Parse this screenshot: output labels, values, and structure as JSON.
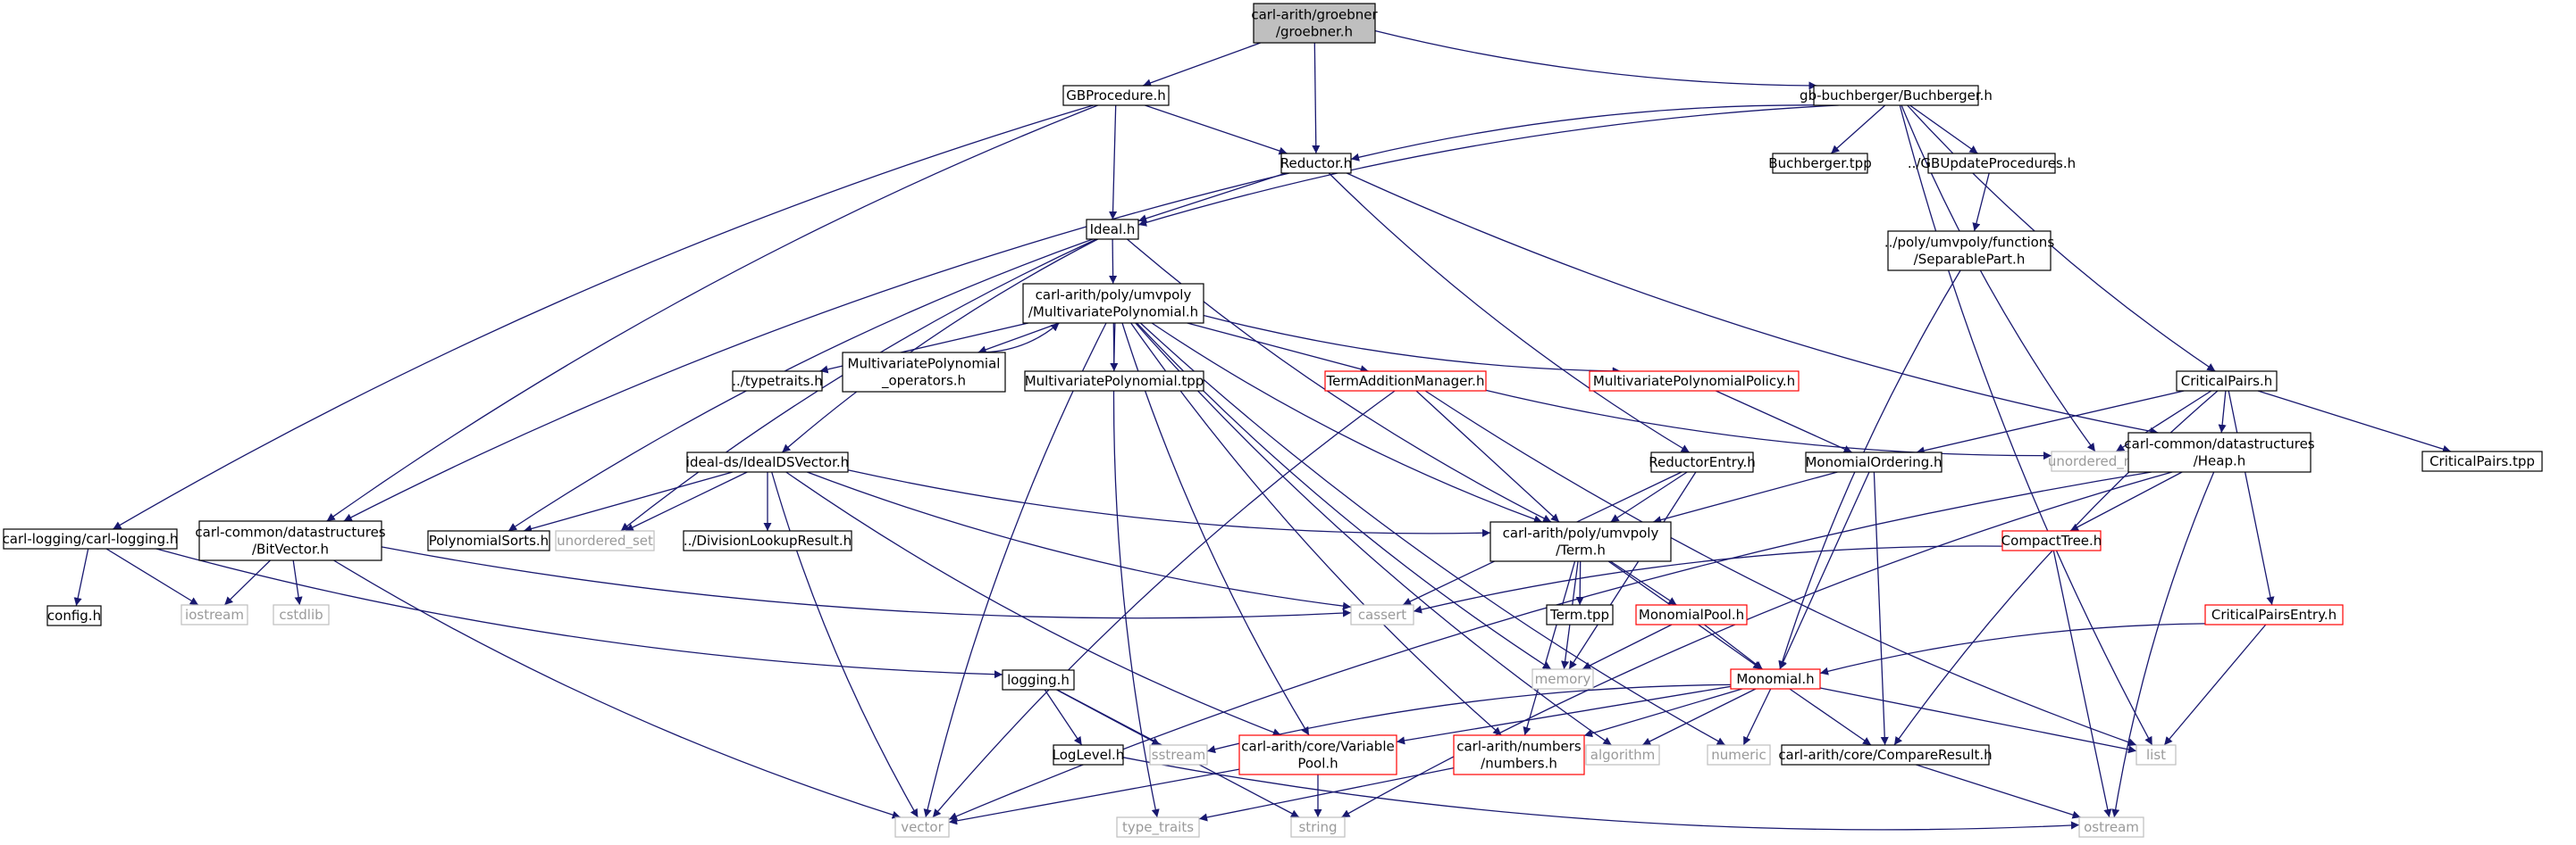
{
  "colors": {
    "edge": "#191970",
    "root_fill": "#bfbfbf",
    "root_border": "#000000",
    "normal_border": "#000000",
    "incomplete_border": "#ff0000",
    "external_border": "#bfbfbf",
    "node_fill": "#ffffff"
  },
  "nodes": [
    {
      "id": "root",
      "lines": [
        "carl-arith/groebner",
        "/groebner.h"
      ],
      "kind": "root"
    },
    {
      "id": "gbproc",
      "lines": [
        "GBProcedure.h"
      ],
      "kind": "normal"
    },
    {
      "id": "buch",
      "lines": [
        "gb-buchberger/Buchberger.h"
      ],
      "kind": "normal"
    },
    {
      "id": "reductor",
      "lines": [
        "Reductor.h"
      ],
      "kind": "normal"
    },
    {
      "id": "buchtpp",
      "lines": [
        "Buchberger.tpp"
      ],
      "kind": "normal"
    },
    {
      "id": "gbupd",
      "lines": [
        "../GBUpdateProcedures.h"
      ],
      "kind": "normal"
    },
    {
      "id": "ideal",
      "lines": [
        "Ideal.h"
      ],
      "kind": "normal"
    },
    {
      "id": "multipoly",
      "lines": [
        "carl-arith/poly/umvpoly",
        "/MultivariatePolynomial.h"
      ],
      "kind": "normal"
    },
    {
      "id": "seppart",
      "lines": [
        "../poly/umvpoly/functions",
        "/SeparablePart.h"
      ],
      "kind": "normal"
    },
    {
      "id": "typetraitsh",
      "lines": [
        "../typetraits.h"
      ],
      "kind": "normal"
    },
    {
      "id": "mpops",
      "lines": [
        "MultivariatePolynomial",
        "_operators.h"
      ],
      "kind": "normal"
    },
    {
      "id": "mptpp",
      "lines": [
        "MultivariatePolynomial.tpp"
      ],
      "kind": "normal"
    },
    {
      "id": "termadd",
      "lines": [
        "TermAdditionManager.h"
      ],
      "kind": "incomplete"
    },
    {
      "id": "mppolicy",
      "lines": [
        "MultivariatePolynomialPolicy.h"
      ],
      "kind": "incomplete"
    },
    {
      "id": "critpairs",
      "lines": [
        "CriticalPairs.h"
      ],
      "kind": "normal"
    },
    {
      "id": "unordmap",
      "lines": [
        "unordered_map"
      ],
      "kind": "external"
    },
    {
      "id": "critpairstpp",
      "lines": [
        "CriticalPairs.tpp"
      ],
      "kind": "normal"
    },
    {
      "id": "idealds",
      "lines": [
        "ideal-ds/IdealDSVector.h"
      ],
      "kind": "normal"
    },
    {
      "id": "reductorentry",
      "lines": [
        "ReductorEntry.h"
      ],
      "kind": "normal"
    },
    {
      "id": "monorder",
      "lines": [
        "MonomialOrdering.h"
      ],
      "kind": "normal"
    },
    {
      "id": "heap",
      "lines": [
        "carl-common/datastructures",
        "/Heap.h"
      ],
      "kind": "normal"
    },
    {
      "id": "logging",
      "lines": [
        "carl-logging/carl-logging.h"
      ],
      "kind": "normal"
    },
    {
      "id": "bitvector",
      "lines": [
        "carl-common/datastructures",
        "/BitVector.h"
      ],
      "kind": "normal"
    },
    {
      "id": "polysorts",
      "lines": [
        "PolynomialSorts.h"
      ],
      "kind": "normal"
    },
    {
      "id": "unordset",
      "lines": [
        "unordered_set"
      ],
      "kind": "external"
    },
    {
      "id": "divlookup",
      "lines": [
        "../DivisionLookupResult.h"
      ],
      "kind": "normal"
    },
    {
      "id": "term",
      "lines": [
        "carl-arith/poly/umvpoly",
        "/Term.h"
      ],
      "kind": "normal"
    },
    {
      "id": "compacttree",
      "lines": [
        "CompactTree.h"
      ],
      "kind": "incomplete"
    },
    {
      "id": "config",
      "lines": [
        "config.h"
      ],
      "kind": "normal"
    },
    {
      "id": "iostream",
      "lines": [
        "iostream"
      ],
      "kind": "external"
    },
    {
      "id": "cstdlib",
      "lines": [
        "cstdlib"
      ],
      "kind": "external"
    },
    {
      "id": "cassert",
      "lines": [
        "cassert"
      ],
      "kind": "external"
    },
    {
      "id": "termtpp",
      "lines": [
        "Term.tpp"
      ],
      "kind": "normal"
    },
    {
      "id": "monopool",
      "lines": [
        "MonomialPool.h"
      ],
      "kind": "incomplete"
    },
    {
      "id": "critentry",
      "lines": [
        "CriticalPairsEntry.h"
      ],
      "kind": "incomplete"
    },
    {
      "id": "logginghh",
      "lines": [
        "logging.h"
      ],
      "kind": "normal"
    },
    {
      "id": "memory",
      "lines": [
        "memory"
      ],
      "kind": "external"
    },
    {
      "id": "monomial",
      "lines": [
        "Monomial.h"
      ],
      "kind": "incomplete"
    },
    {
      "id": "loglevel",
      "lines": [
        "LogLevel.h"
      ],
      "kind": "normal"
    },
    {
      "id": "sstream",
      "lines": [
        "sstream"
      ],
      "kind": "external"
    },
    {
      "id": "varpool",
      "lines": [
        "carl-arith/core/Variable",
        "Pool.h"
      ],
      "kind": "incomplete"
    },
    {
      "id": "numbers",
      "lines": [
        "carl-arith/numbers",
        "/numbers.h"
      ],
      "kind": "incomplete"
    },
    {
      "id": "algorithm",
      "lines": [
        "algorithm"
      ],
      "kind": "external"
    },
    {
      "id": "numeric",
      "lines": [
        "numeric"
      ],
      "kind": "external"
    },
    {
      "id": "compare",
      "lines": [
        "carl-arith/core/CompareResult.h"
      ],
      "kind": "normal"
    },
    {
      "id": "list",
      "lines": [
        "list"
      ],
      "kind": "external"
    },
    {
      "id": "vector",
      "lines": [
        "vector"
      ],
      "kind": "external"
    },
    {
      "id": "typetraits",
      "lines": [
        "type_traits"
      ],
      "kind": "external"
    },
    {
      "id": "string",
      "lines": [
        "string"
      ],
      "kind": "external"
    },
    {
      "id": "ostream",
      "lines": [
        "ostream"
      ],
      "kind": "external"
    }
  ],
  "edges": [
    [
      "root",
      "gbproc"
    ],
    [
      "root",
      "reductor"
    ],
    [
      "root",
      "buch"
    ],
    [
      "gbproc",
      "reductor"
    ],
    [
      "gbproc",
      "ideal"
    ],
    [
      "gbproc",
      "bitvector"
    ],
    [
      "gbproc",
      "logging"
    ],
    [
      "buch",
      "reductor"
    ],
    [
      "buch",
      "ideal"
    ],
    [
      "buch",
      "buchtpp"
    ],
    [
      "buch",
      "gbupd"
    ],
    [
      "buch",
      "critpairs"
    ],
    [
      "buch",
      "unordmap"
    ],
    [
      "buch",
      "list"
    ],
    [
      "gbupd",
      "seppart"
    ],
    [
      "seppart",
      "monomial"
    ],
    [
      "reductor",
      "ideal"
    ],
    [
      "reductor",
      "bitvector"
    ],
    [
      "reductor",
      "reductorentry"
    ],
    [
      "reductor",
      "heap"
    ],
    [
      "ideal",
      "multipoly"
    ],
    [
      "ideal",
      "idealds"
    ],
    [
      "ideal",
      "polysorts"
    ],
    [
      "ideal",
      "unordset"
    ],
    [
      "ideal",
      "term"
    ],
    [
      "multipoly",
      "typetraitsh"
    ],
    [
      "multipoly",
      "mpops"
    ],
    [
      "multipoly",
      "mptpp"
    ],
    [
      "multipoly",
      "termadd"
    ],
    [
      "multipoly",
      "mppolicy"
    ],
    [
      "multipoly",
      "term"
    ],
    [
      "multipoly",
      "vector"
    ],
    [
      "multipoly",
      "typetraits"
    ],
    [
      "multipoly",
      "memory"
    ],
    [
      "multipoly",
      "varpool"
    ],
    [
      "multipoly",
      "numbers"
    ],
    [
      "multipoly",
      "numeric"
    ],
    [
      "multipoly",
      "algorithm"
    ],
    [
      "mpops",
      "multipoly"
    ],
    [
      "termadd",
      "term"
    ],
    [
      "termadd",
      "vector"
    ],
    [
      "termadd",
      "list"
    ],
    [
      "termadd",
      "unordmap"
    ],
    [
      "mppolicy",
      "monorder"
    ],
    [
      "critpairs",
      "heap"
    ],
    [
      "critpairs",
      "critpairstpp"
    ],
    [
      "critpairs",
      "monorder"
    ],
    [
      "critpairs",
      "unordmap"
    ],
    [
      "critpairs",
      "critentry"
    ],
    [
      "critpairs",
      "compare"
    ],
    [
      "idealds",
      "polysorts"
    ],
    [
      "idealds",
      "unordset"
    ],
    [
      "idealds",
      "divlookup"
    ],
    [
      "idealds",
      "term"
    ],
    [
      "idealds",
      "cassert"
    ],
    [
      "idealds",
      "vector"
    ],
    [
      "idealds",
      "varpool"
    ],
    [
      "reductorentry",
      "term"
    ],
    [
      "reductorentry",
      "cassert"
    ],
    [
      "reductorentry",
      "memory"
    ],
    [
      "monorder",
      "term"
    ],
    [
      "monorder",
      "monomial"
    ],
    [
      "monorder",
      "compare"
    ],
    [
      "heap",
      "compacttree"
    ],
    [
      "heap",
      "vector"
    ],
    [
      "heap",
      "ostream"
    ],
    [
      "heap",
      "string"
    ],
    [
      "compacttree",
      "cassert"
    ],
    [
      "compacttree",
      "ostream"
    ],
    [
      "logging",
      "config"
    ],
    [
      "logging",
      "iostream"
    ],
    [
      "logging",
      "logginghh"
    ],
    [
      "bitvector",
      "iostream"
    ],
    [
      "bitvector",
      "cstdlib"
    ],
    [
      "bitvector",
      "cassert"
    ],
    [
      "bitvector",
      "vector"
    ],
    [
      "term",
      "termtpp"
    ],
    [
      "term",
      "monopool"
    ],
    [
      "term",
      "monomial"
    ],
    [
      "term",
      "memory"
    ],
    [
      "term",
      "numbers"
    ],
    [
      "monopool",
      "monomial"
    ],
    [
      "monopool",
      "memory"
    ],
    [
      "critentry",
      "monomial"
    ],
    [
      "critentry",
      "list"
    ],
    [
      "logginghh",
      "loglevel"
    ],
    [
      "logginghh",
      "sstream"
    ],
    [
      "logginghh",
      "string"
    ],
    [
      "loglevel",
      "ostream"
    ],
    [
      "monomial",
      "sstream"
    ],
    [
      "monomial",
      "varpool"
    ],
    [
      "monomial",
      "numbers"
    ],
    [
      "monomial",
      "algorithm"
    ],
    [
      "monomial",
      "numeric"
    ],
    [
      "monomial",
      "compare"
    ],
    [
      "monomial",
      "list"
    ],
    [
      "varpool",
      "vector"
    ],
    [
      "varpool",
      "string"
    ],
    [
      "numbers",
      "typetraits"
    ],
    [
      "compare",
      "ostream"
    ]
  ]
}
